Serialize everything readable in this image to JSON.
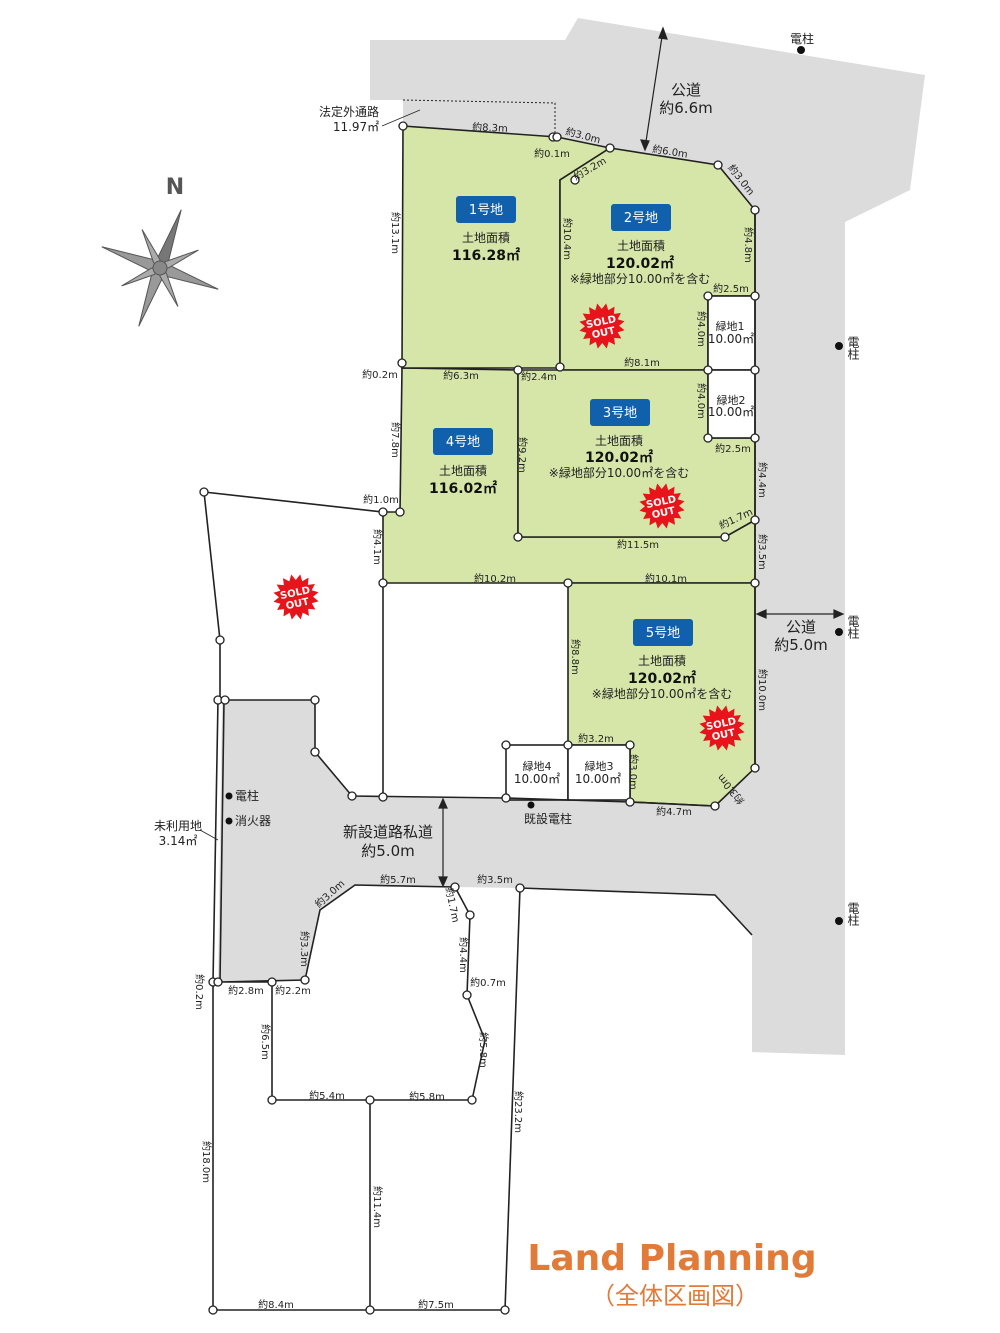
{
  "title": {
    "main": "Land Planning",
    "sub": "（全体区画図）",
    "color": "#e07b39"
  },
  "compass": {
    "north": "N"
  },
  "roads": {
    "public_top": {
      "name": "公道",
      "width": "約6.6m"
    },
    "public_right": {
      "name": "公道",
      "width": "約5.0m"
    },
    "private_new": {
      "name": "新設道路私道",
      "width": "約5.0m"
    },
    "passage": {
      "name": "法定外通路",
      "area": "11.97㎡"
    },
    "unused": {
      "name": "未利用地",
      "area": "3.14㎡"
    }
  },
  "facilities": {
    "pole": "電柱",
    "extinguisher": "消火器",
    "existing_pole": "既設電柱"
  },
  "lots": [
    {
      "label": "1号地",
      "area_label": "土地面積",
      "area": "116.28㎡",
      "note": "",
      "sold": false
    },
    {
      "label": "2号地",
      "area_label": "土地面積",
      "area": "120.02㎡",
      "note": "※緑地部分10.00㎡を含む",
      "sold": true
    },
    {
      "label": "3号地",
      "area_label": "土地面積",
      "area": "120.02㎡",
      "note": "※緑地部分10.00㎡を含む",
      "sold": true
    },
    {
      "label": "4号地",
      "area_label": "土地面積",
      "area": "116.02㎡",
      "note": "",
      "sold": false
    },
    {
      "label": "5号地",
      "area_label": "土地面積",
      "area": "120.02㎡",
      "note": "※緑地部分10.00㎡を含む",
      "sold": true
    }
  ],
  "sold_out": {
    "line1": "SOLD",
    "line2": "OUT"
  },
  "green_spaces": [
    {
      "name": "緑地1",
      "area": "10.00㎡"
    },
    {
      "name": "緑地2",
      "area": "10.00㎡"
    },
    {
      "name": "緑地3",
      "area": "10.00㎡"
    },
    {
      "name": "緑地4",
      "area": "10.00㎡"
    }
  ],
  "dims": [
    "約8.3m",
    "約3.0m",
    "約0.1m",
    "約3.2m",
    "約6.0m",
    "約3.0m",
    "約13.1m",
    "約10.4m",
    "約4.8m",
    "約2.5m",
    "約4.0m",
    "約8.1m",
    "約0.2m",
    "約6.3m",
    "約2.4m",
    "約4.0m",
    "約2.5m",
    "約9.2m",
    "約7.8m",
    "約4.4m",
    "約1.0m",
    "約1.7m",
    "約11.5m",
    "約4.1m",
    "約3.5m",
    "約10.2m",
    "約10.1m",
    "約8.8m",
    "約10.0m",
    "約3.2m",
    "約3.0m",
    "約3.0m",
    "約4.7m",
    "約5.7m",
    "約3.5m",
    "約3.0m",
    "約1.7m",
    "約3.3m",
    "約4.4m",
    "約0.7m",
    "約0.2m",
    "約2.8m",
    "約2.2m",
    "約6.5m",
    "約5.8m",
    "約5.4m",
    "約5.8m",
    "約23.2m",
    "約18.0m",
    "約11.4m",
    "約8.4m",
    "約7.5m"
  ]
}
